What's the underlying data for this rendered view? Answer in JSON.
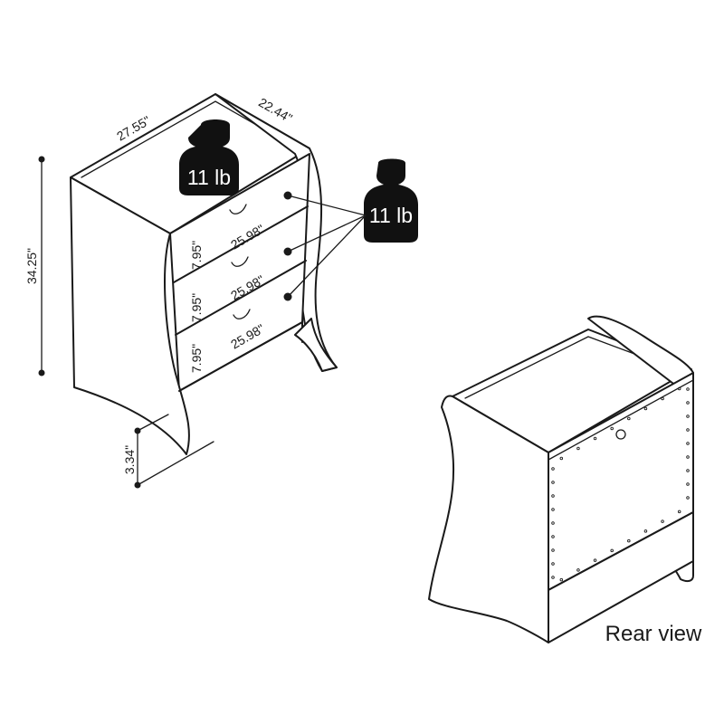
{
  "dimensions": {
    "width": "27.55\"",
    "depth": "22.44\"",
    "height": "34.25\"",
    "leg_clearance": "3.34\"",
    "drawers": [
      {
        "height": "7.95\"",
        "width": "25.98\""
      },
      {
        "height": "7.95\"",
        "width": "25.98\""
      },
      {
        "height": "7.95\"",
        "width": "25.98\""
      }
    ]
  },
  "weight_limits": {
    "top": "11 lb",
    "drawers": "11 lb"
  },
  "rear_view_label": "Rear view"
}
